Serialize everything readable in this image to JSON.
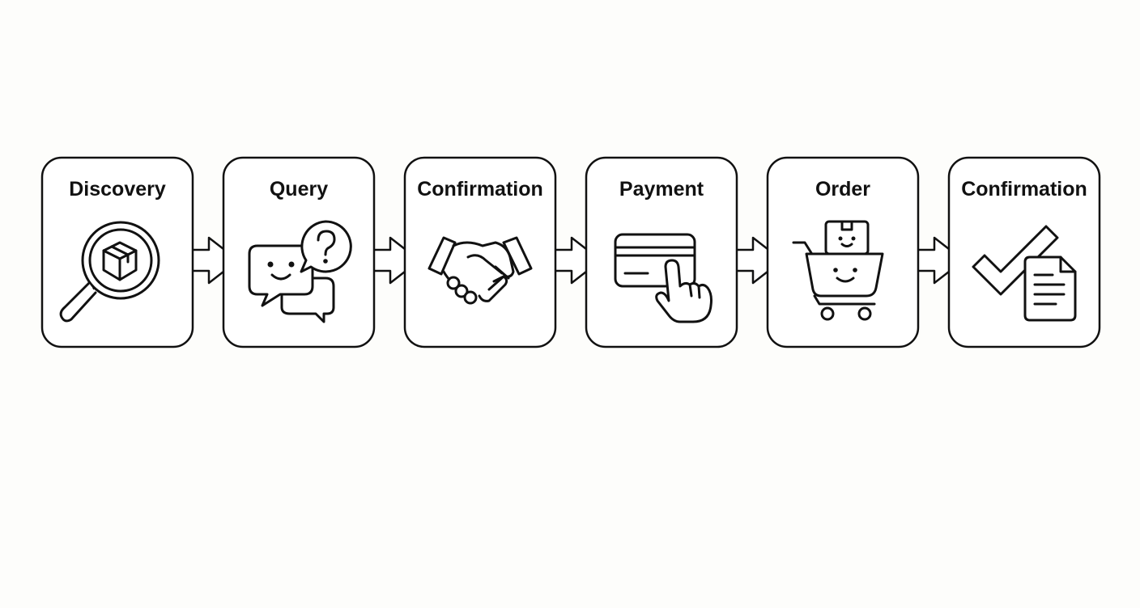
{
  "steps": [
    {
      "label": "Discovery",
      "icon": "magnifier-box-icon"
    },
    {
      "label": "Query",
      "icon": "chat-question-icon"
    },
    {
      "label": "Confirmation",
      "icon": "handshake-icon"
    },
    {
      "label": "Payment",
      "icon": "card-tap-icon"
    },
    {
      "label": "Order",
      "icon": "cart-icon"
    },
    {
      "label": "Confirmation",
      "icon": "check-document-icon"
    }
  ],
  "colors": {
    "ink": "#111111",
    "background": "#fdfdfb",
    "box": "#ffffff"
  }
}
